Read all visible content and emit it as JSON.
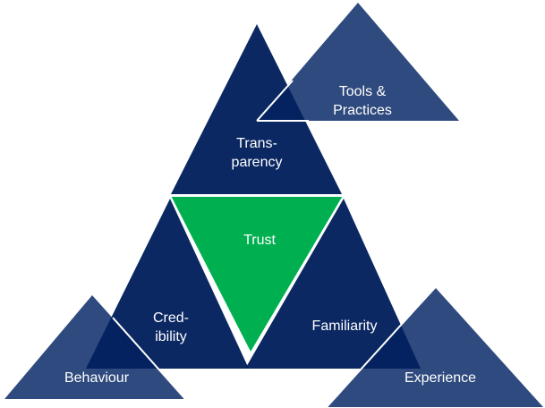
{
  "colors": {
    "core": "#03215e",
    "outer": "#2f4a7e",
    "center": "#00b050",
    "edge": "#ffffff"
  },
  "diagram": {
    "center": {
      "label": "Trust"
    },
    "inner": [
      {
        "id": "transparency",
        "line1": "Trans-",
        "line2": "parency"
      },
      {
        "id": "credibility",
        "line1": "Cred-",
        "line2": "ibility"
      },
      {
        "id": "familiarity",
        "line1": "Familiarity"
      }
    ],
    "outer": [
      {
        "id": "tools",
        "line1": "Tools &",
        "line2": "Practices"
      },
      {
        "id": "behaviour",
        "line1": "Behaviour"
      },
      {
        "id": "experience",
        "line1": "Experience"
      }
    ]
  }
}
